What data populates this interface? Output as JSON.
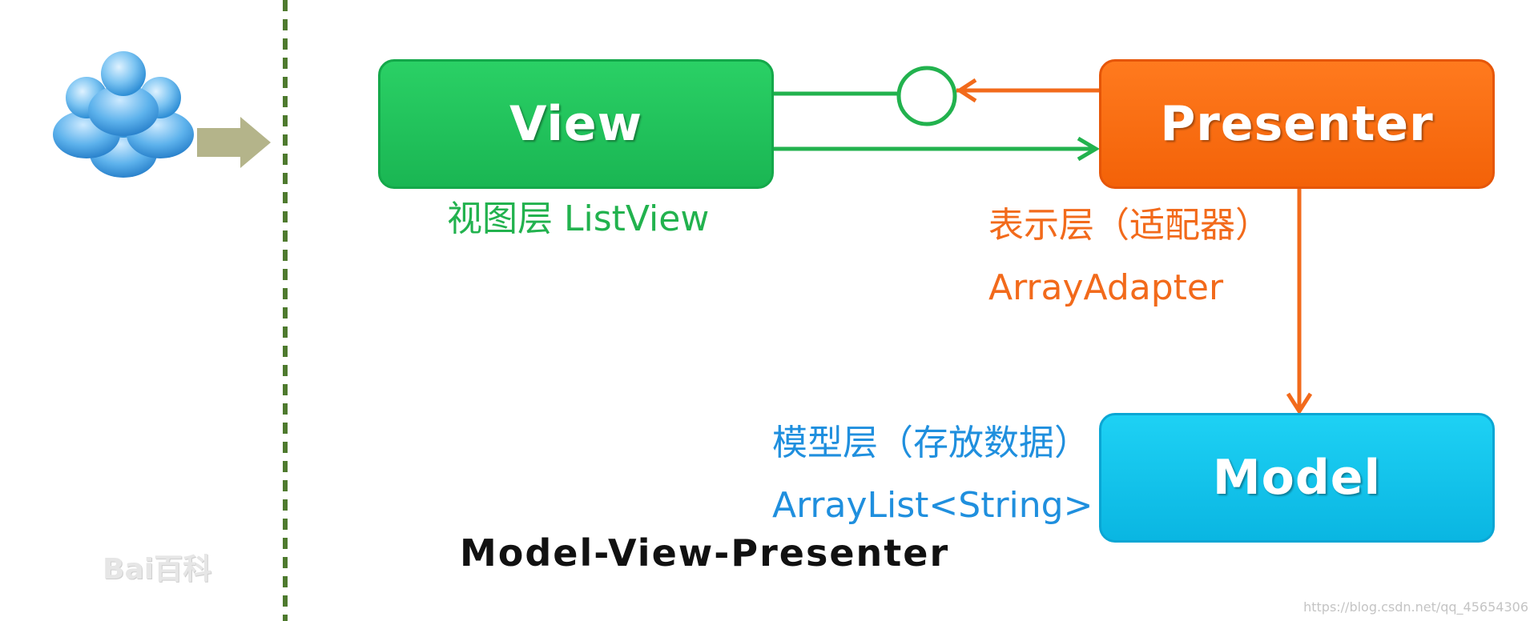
{
  "nodes": {
    "view": {
      "title": "View",
      "color": "#1ec25a"
    },
    "presenter": {
      "title": "Presenter",
      "color": "#f66a10"
    },
    "model": {
      "title": "Model",
      "color": "#0fc2ec"
    }
  },
  "labels": {
    "view": "视图层 ListView",
    "presenter_role": "表示层（适配器）",
    "presenter_class": "ArrayAdapter",
    "model_role": "模型层（存放数据）",
    "model_class": "ArrayList<String>"
  },
  "title": "Model-View-Presenter",
  "watermark": "Bai百科",
  "source_url": "https://blog.csdn.net/qq_45654306",
  "icons": {
    "user": "user-group-icon",
    "arrow": "arrow-right-icon"
  },
  "colors": {
    "green": "#22b24e",
    "orange": "#f26a1b",
    "blue": "#1f8fde",
    "olive": "#b4b48a",
    "divider": "#4e7a2e"
  }
}
